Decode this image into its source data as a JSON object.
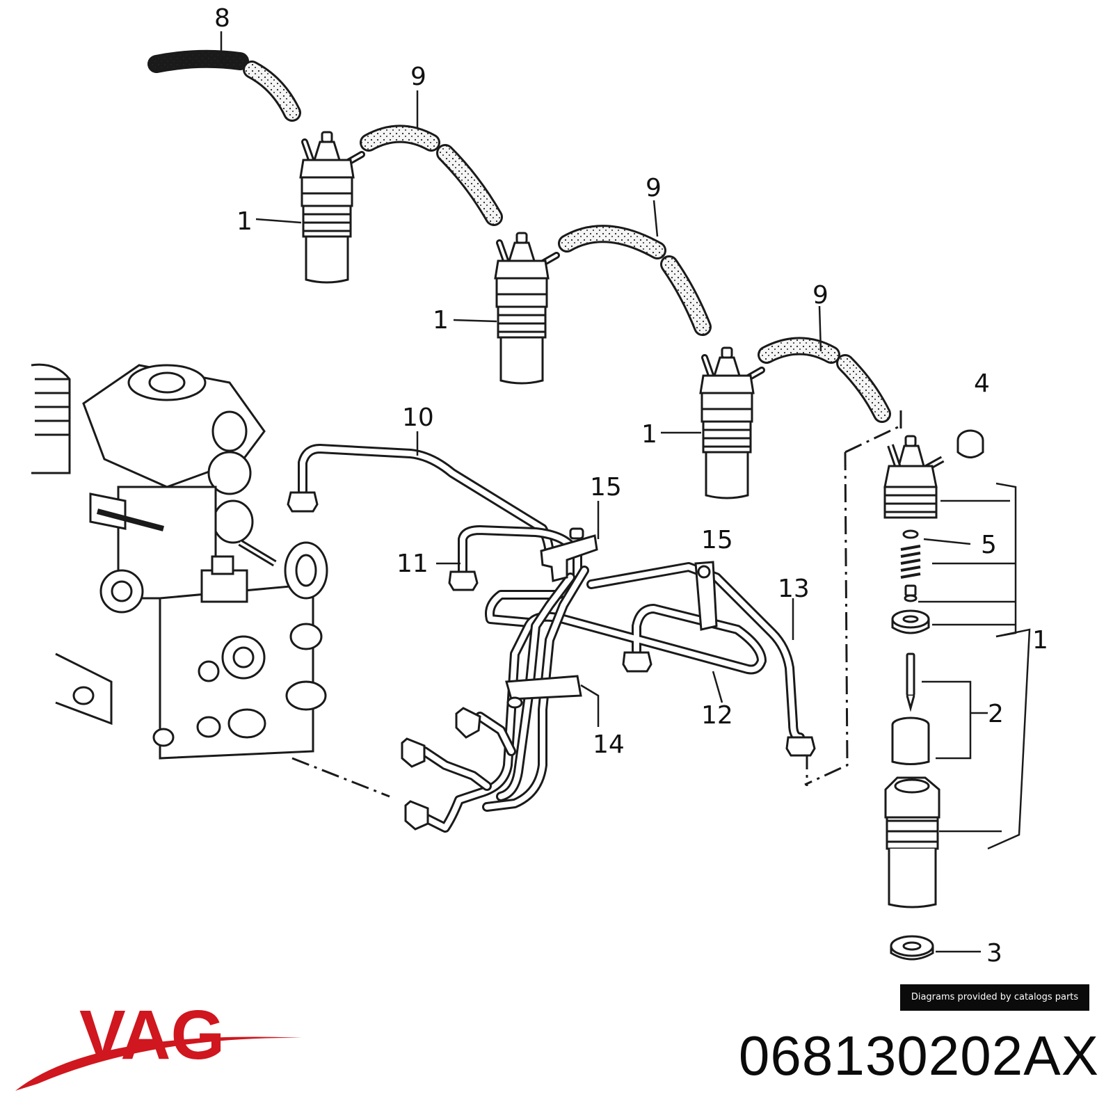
{
  "diagram": {
    "callouts": [
      {
        "id": "c8",
        "label": "8"
      },
      {
        "id": "c9a",
        "label": "9"
      },
      {
        "id": "c9b",
        "label": "9"
      },
      {
        "id": "c9c",
        "label": "9"
      },
      {
        "id": "c1a",
        "label": "1"
      },
      {
        "id": "c1b",
        "label": "1"
      },
      {
        "id": "c1c",
        "label": "1"
      },
      {
        "id": "c1d",
        "label": "1"
      },
      {
        "id": "c4",
        "label": "4"
      },
      {
        "id": "c5",
        "label": "5"
      },
      {
        "id": "c2",
        "label": "2"
      },
      {
        "id": "c3",
        "label": "3"
      },
      {
        "id": "c10",
        "label": "10"
      },
      {
        "id": "c11",
        "label": "11"
      },
      {
        "id": "c12",
        "label": "12"
      },
      {
        "id": "c13",
        "label": "13"
      },
      {
        "id": "c14",
        "label": "14"
      },
      {
        "id": "c15a",
        "label": "15"
      },
      {
        "id": "c15b",
        "label": "15"
      }
    ]
  },
  "credit": "Diagrams provided by catalogs parts",
  "brand": {
    "name": "VAG",
    "color": "#d0161e",
    "icon": "vag-logo-icon"
  },
  "part_number": "068130202AX",
  "colors": {
    "line": "#1a1a1a",
    "background": "#ffffff",
    "logo": "#d0161e"
  }
}
